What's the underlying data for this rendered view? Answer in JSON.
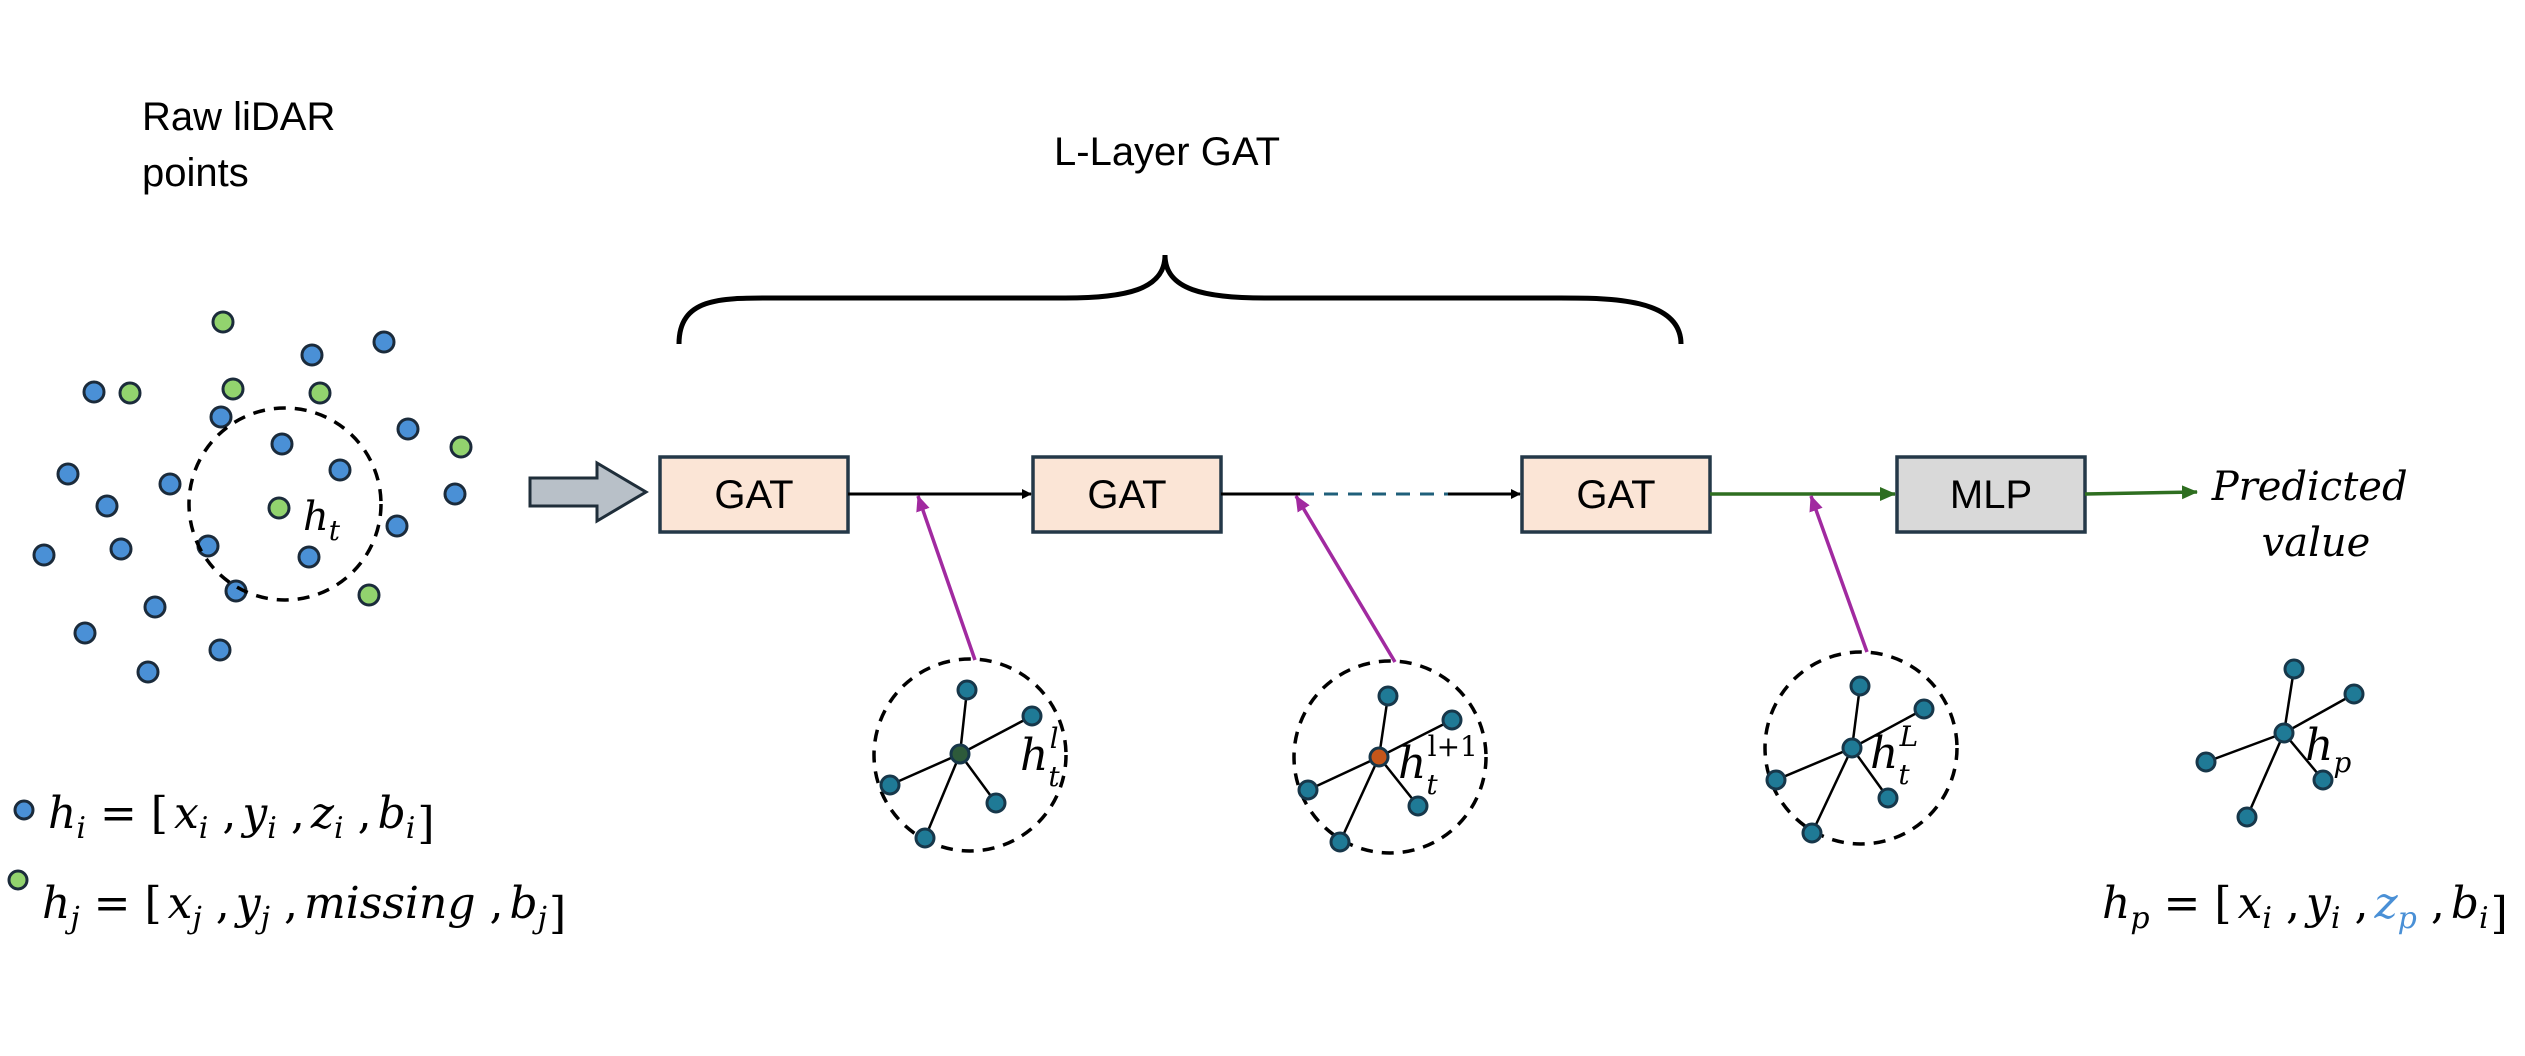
{
  "raw_points_label": [
    "Raw liDAR",
    "points"
  ],
  "stack_label": "L-Layer GAT",
  "blocks": [
    "GAT",
    "GAT",
    "GAT",
    "MLP"
  ],
  "output_label": [
    "Predicted",
    "value"
  ],
  "target_node": {
    "base": "h",
    "sub": "t"
  },
  "layer_nodes": [
    {
      "base": "h",
      "sub": "t",
      "sup": "l"
    },
    {
      "base": "h",
      "sub": "t",
      "sup": "l+1"
    },
    {
      "base": "h",
      "sub": "t",
      "sup": "L"
    }
  ],
  "predicted_node": {
    "base": "h",
    "sub": "p"
  },
  "equations": {
    "h_i": {
      "lhs": "h",
      "lhs_sub": "i",
      "terms": [
        [
          "x",
          "i"
        ],
        [
          "y",
          "i"
        ],
        [
          "z",
          "i"
        ],
        [
          "b",
          "i"
        ]
      ]
    },
    "h_j": {
      "lhs": "h",
      "lhs_sub": "j",
      "terms": [
        [
          "x",
          "j"
        ],
        [
          "y",
          "j"
        ],
        [
          "missing",
          ""
        ],
        [
          "b",
          "j"
        ]
      ]
    },
    "h_p": {
      "lhs": "h",
      "lhs_sub": "p",
      "terms": [
        [
          "x",
          "i"
        ],
        [
          "y",
          "i"
        ],
        [
          "z",
          "p"
        ],
        [
          "b",
          "i"
        ]
      ]
    }
  },
  "colors": {
    "blue_point": "#4a90d6",
    "green_point": "#92d36e",
    "teal_node": "#1f7a96",
    "gat_fill": "#fbe5d6",
    "mlp_fill": "#d9d9d9",
    "block_stroke": "#243848",
    "magenta_arrow": "#a12aa0",
    "green_arrow": "#2e6e20",
    "highlight_text": "#4a90d6",
    "center_dark": "#2d5a3a",
    "center_orange": "#c4561a"
  }
}
